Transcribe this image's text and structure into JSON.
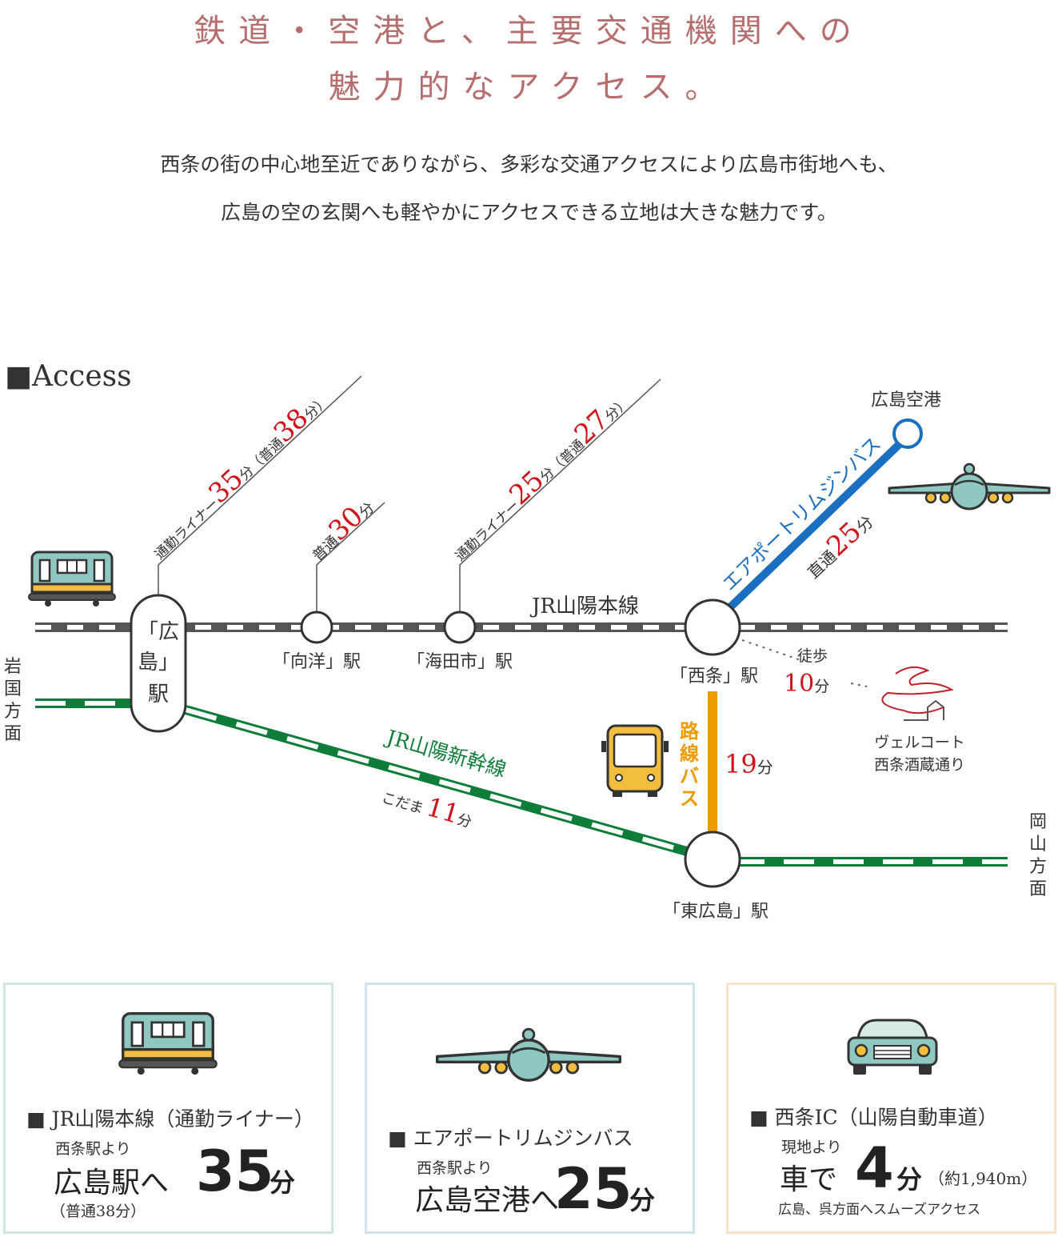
{
  "heading": {
    "line1": "鉄道・空港と、主要交通機関への",
    "line2": "魅力的なアクセス。"
  },
  "lead": {
    "line1": "西条の街の中心地至近でありながら、多彩な交通アクセスにより広島市街地へも、",
    "line2": "広島の空の玄関へも軽やかにアクセスできる立地は大きな魅力です。"
  },
  "access_label": "■Access",
  "map": {
    "stations": {
      "hiroshima_1": "「広",
      "hiroshima_2": "島」",
      "hiroshima_3": "駅",
      "koyo": "「向洋」駅",
      "kaitaichi": "「海田市」駅",
      "saijo": "「西条」駅",
      "higashi_hiroshima": "「東広島」駅",
      "airport": "広島空港"
    },
    "lines": {
      "sanyo": "JR山陽本線",
      "shinkansen": "JR山陽新幹線",
      "limousine": "エアポートリムジンバス"
    },
    "direction_west": [
      "岩",
      "国",
      "方",
      "面"
    ],
    "direction_east": [
      "岡",
      "山",
      "方",
      "面"
    ],
    "callout_hiroshima": {
      "prefix": "通勤ライナー",
      "num": "35",
      "mid": "分（普通",
      "num2": "38",
      "suffix": "分）"
    },
    "callout_koyo": {
      "prefix": "普通",
      "num": "30",
      "suffix": "分"
    },
    "callout_kaitaichi": {
      "prefix": "通勤ライナー",
      "num": "25",
      "mid": "分（普通",
      "num2": "27",
      "suffix": "分）"
    },
    "callout_limousine": {
      "prefix": "直通",
      "num": "25",
      "suffix": "分"
    },
    "walk": {
      "label": "徒歩",
      "num": "10",
      "suffix": "分"
    },
    "bus": {
      "label": [
        "路",
        "線",
        "バ",
        "ス"
      ],
      "num": "19",
      "suffix": "分"
    },
    "kodama": {
      "prefix": "こだま",
      "num": "11",
      "suffix": "分"
    },
    "property": {
      "line1": "ヴェルコート",
      "line2": "西条酒蔵通り"
    }
  },
  "cards": [
    {
      "title": "■ JR山陽本線（通勤ライナー）",
      "from": "西条駅より",
      "dest": "広島駅へ",
      "num": "35",
      "unit": "分",
      "note": "（普通38分）"
    },
    {
      "title": "■ エアポートリムジンバス",
      "from": "西条駅より",
      "dest": "広島空港へ",
      "num": "25",
      "unit": "分"
    },
    {
      "title": "■ 西条IC（山陽自動車道）",
      "from": "現地より",
      "dest": "車で",
      "num": "4",
      "unit": "分",
      "extra": "（約1,940m）",
      "note": "広島、呉方面へスムーズアクセス"
    }
  ],
  "colors": {
    "heading": "#b56d6d",
    "red": "#d0121b",
    "green": "#0f7d3a",
    "blue": "#1a6fc0",
    "orange": "#ef9a00",
    "rail_gray": "#555555"
  },
  "icons": [
    "train-icon",
    "airplane-icon",
    "bus-icon",
    "car-icon",
    "property-logo"
  ]
}
